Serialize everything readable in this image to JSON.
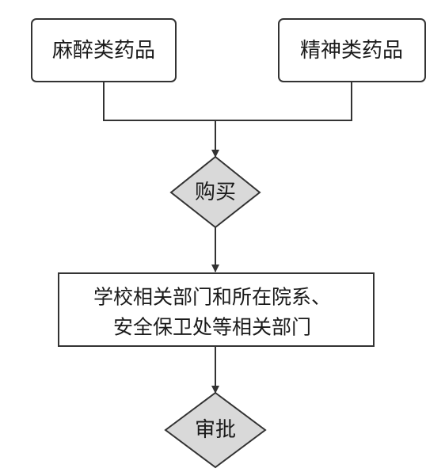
{
  "diagram": {
    "nodes": {
      "narcotic": {
        "label": "麻醉类药品"
      },
      "psychotropic": {
        "label": "精神类药品"
      },
      "purchase": {
        "label": "购买"
      },
      "departments": {
        "lines": [
          "学校相关部门和所在院系、",
          "安全保卫处等相关部门"
        ]
      },
      "approve": {
        "label": "审批"
      }
    },
    "colors": {
      "stroke": "#333333",
      "box_fill": "#ffffff",
      "diamond_fill": "#d9d9d9",
      "text": "#1a1a1a"
    }
  }
}
